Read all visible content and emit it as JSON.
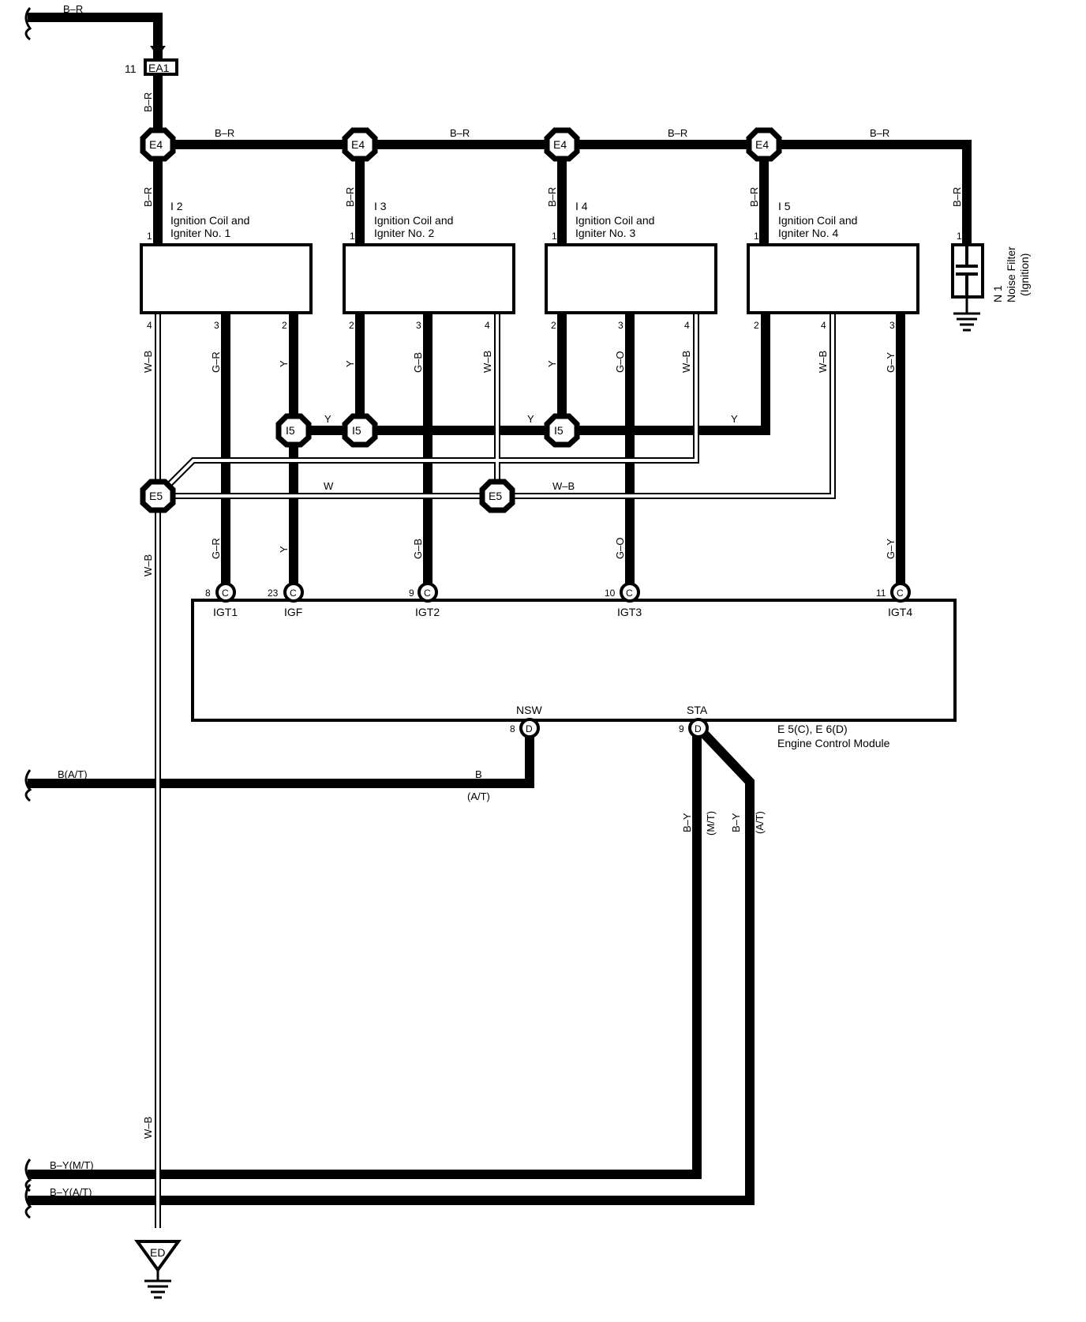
{
  "wire_colors": {
    "top_feed": "B–R",
    "ea1_down": "B–R",
    "bus_seg1": "B–R",
    "bus_seg2": "B–R",
    "bus_seg3": "B–R",
    "bus_seg4": "B–R",
    "drop1": "B–R",
    "drop2": "B–R",
    "drop3": "B–R",
    "drop4": "B–R",
    "drop5": "B–R",
    "c1_pin4": "W–B",
    "c1_pin3": "G–R",
    "c1_pin2": "Y",
    "c2_pin2": "Y",
    "c2_pin3": "G–B",
    "c2_pin4": "W–B",
    "c3_pin2": "Y",
    "c3_pin3": "G–O",
    "c3_pin4": "W–B",
    "c4_pin4": "W–B",
    "c4_pin3": "G–Y",
    "y_seg1": "Y",
    "y_seg2": "Y",
    "y_seg3": "Y",
    "w_seg": "W",
    "wb_seg": "W–B",
    "igt1_low": "G–R",
    "igf_low": "Y",
    "igt2_low": "G–B",
    "igt3_low": "G–O",
    "igt4_low": "G–Y",
    "ground_upper": "W–B",
    "ground_lower": "W–B",
    "nsw_wire": "B",
    "nsw_sub": "(A/T)",
    "sta_mt": "B–Y",
    "sta_mt_sub": "(M/T)",
    "sta_at": "B–Y",
    "sta_at_sub": "(A/T)"
  },
  "left_feeds": {
    "b_at": "B(A/T)",
    "by_mt": "B–Y(M/T)",
    "by_at": "B–Y(A/T)"
  },
  "connectors": {
    "ea1": "EA1",
    "ea1_pin": "11",
    "e4": "E4",
    "i5": "I5",
    "e5": "E5",
    "ecm_c": "C",
    "ecm_d": "D",
    "ground": "ED"
  },
  "coils": [
    {
      "id": "I 2",
      "line1": "Ignition Coil and",
      "line2": "Igniter No. 1",
      "pin_top": "1",
      "pins_bottom": [
        "4",
        "3",
        "2"
      ]
    },
    {
      "id": "I 3",
      "line1": "Ignition Coil and",
      "line2": "Igniter No. 2",
      "pin_top": "1",
      "pins_bottom": [
        "2",
        "3",
        "4"
      ]
    },
    {
      "id": "I 4",
      "line1": "Ignition Coil and",
      "line2": "Igniter No. 3",
      "pin_top": "1",
      "pins_bottom": [
        "2",
        "3",
        "4"
      ]
    },
    {
      "id": "I 5",
      "line1": "Ignition Coil and",
      "line2": "Igniter No. 4",
      "pin_top": "1",
      "pins_bottom": [
        "2",
        "4",
        "3"
      ]
    }
  ],
  "noise_filter": {
    "id": "N 1",
    "line1": "Noise Filter",
    "line2": "(Ignition)",
    "pin": "1"
  },
  "ecm": {
    "id": "E 5(C), E 6(D)",
    "name": "Engine Control Module",
    "pins": [
      {
        "num": "8",
        "label": "IGT1"
      },
      {
        "num": "23",
        "label": "IGF"
      },
      {
        "num": "9",
        "label": "IGT2"
      },
      {
        "num": "10",
        "label": "IGT3"
      },
      {
        "num": "11",
        "label": "IGT4"
      },
      {
        "num": "8",
        "label": "NSW"
      },
      {
        "num": "9",
        "label": "STA"
      }
    ]
  }
}
